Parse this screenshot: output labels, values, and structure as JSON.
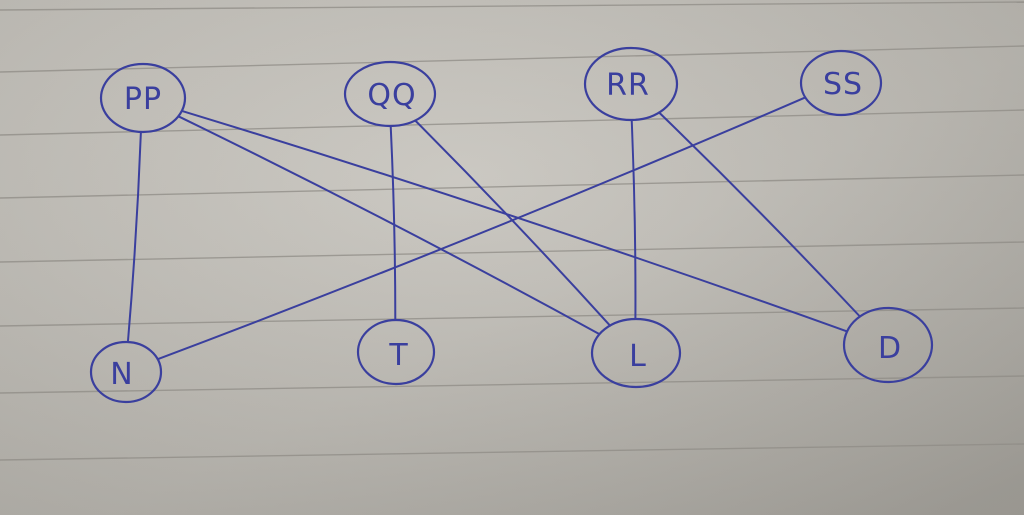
{
  "colors": {
    "ink": "#3a3f9e",
    "paper_light": "#cfccc5",
    "paper_dark": "#a9a69f",
    "rule_line": "#8f8c86"
  },
  "nodes": {
    "pp": {
      "label": "PP"
    },
    "qq": {
      "label": "QQ"
    },
    "rr": {
      "label": "RR"
    },
    "ss": {
      "label": "SS"
    },
    "n": {
      "label": "N"
    },
    "t": {
      "label": "T"
    },
    "l": {
      "label": "L"
    },
    "d": {
      "label": "D"
    }
  },
  "edges": [
    [
      "pp",
      "n"
    ],
    [
      "pp",
      "l"
    ],
    [
      "pp",
      "d"
    ],
    [
      "qq",
      "t"
    ],
    [
      "qq",
      "l"
    ],
    [
      "rr",
      "l"
    ],
    [
      "rr",
      "d"
    ],
    [
      "ss",
      "n"
    ]
  ]
}
